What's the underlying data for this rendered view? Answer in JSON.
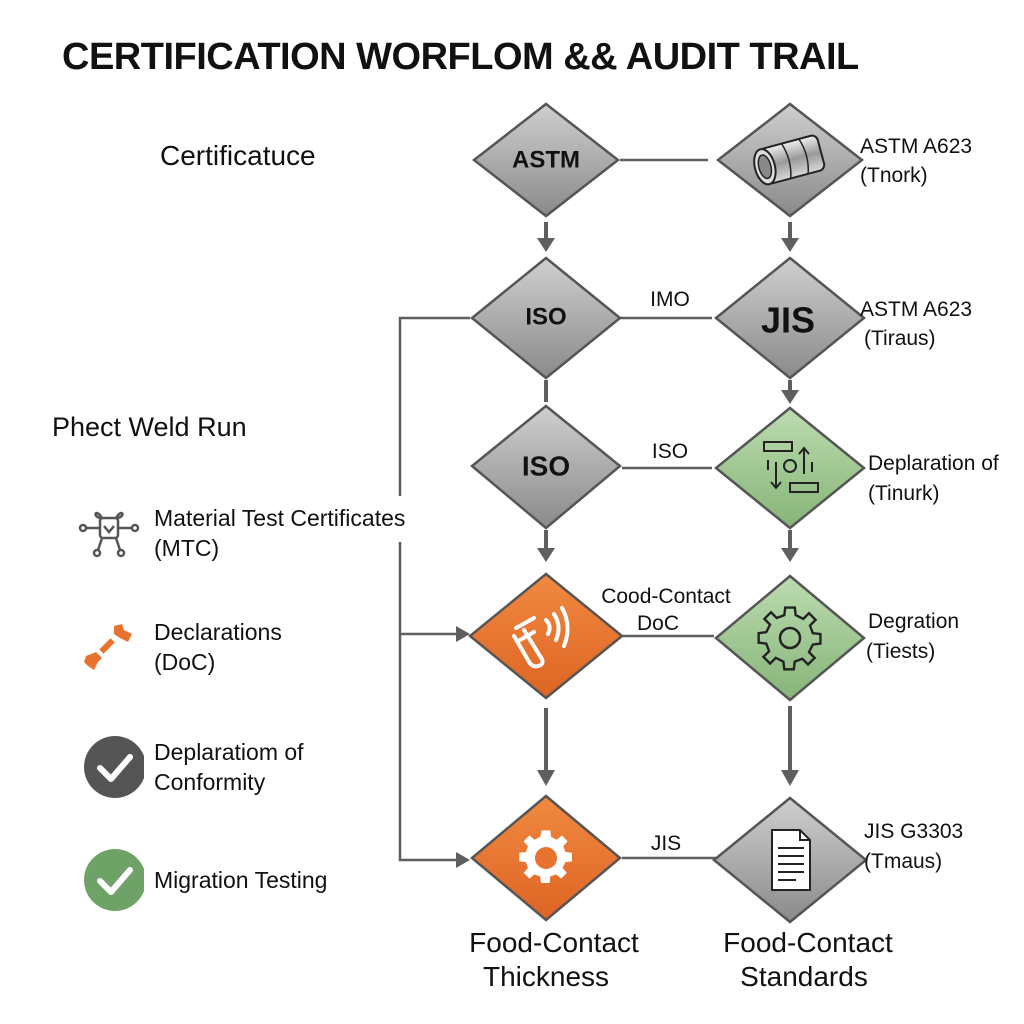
{
  "title": "CERTIFICATION WORFLOM && AUDIT TRAIL",
  "left_panel": {
    "section_top": "Certificatuce",
    "section_mid": "Phect Weld Run",
    "legend": [
      {
        "icon": "weld-robot-icon",
        "line1": "Material Test Certificates",
        "line2": "(MTC)"
      },
      {
        "icon": "orange-tools-icon",
        "line1": "Declarations",
        "line2": "(DoC)"
      },
      {
        "icon": "dark-check-icon",
        "line1": "Deplaratiom of",
        "line2": "Conformity"
      },
      {
        "icon": "green-check-icon",
        "line1": "Migration Testing",
        "line2": ""
      }
    ]
  },
  "colors": {
    "gray_node": "#9a9a9a",
    "green_node": "#9cc48f",
    "orange_node": "#e8732e",
    "connector": "#5f5f5f",
    "dark_check": "#555555",
    "green_check": "#6fa266"
  },
  "nodes": {
    "astm": {
      "label": "ASTM",
      "style": "gray"
    },
    "pipe": {
      "label": "",
      "style": "gray",
      "icon": "pipe-icon",
      "side": [
        "ASTM A623",
        "(Tnork)"
      ]
    },
    "iso1": {
      "label": "ISO",
      "style": "gray"
    },
    "jis": {
      "label": "JIS",
      "style": "gray",
      "side": [
        "ASTM A623",
        "(Tiraus)"
      ]
    },
    "iso2": {
      "label": "ISO",
      "style": "gray"
    },
    "flow": {
      "label": "",
      "style": "green",
      "icon": "process-flow-icon",
      "side": [
        "Deplaration of",
        "(Tinurk)"
      ]
    },
    "probe": {
      "label": "",
      "style": "orange",
      "icon": "test-probe-icon"
    },
    "gear_green": {
      "label": "",
      "style": "green",
      "icon": "gear-icon",
      "side": [
        "Degration",
        "(Tiests)"
      ]
    },
    "gear_orange": {
      "label": "",
      "style": "orange",
      "icon": "gear-icon",
      "bottom": [
        "Food-Contact",
        "Thickness"
      ]
    },
    "doc": {
      "label": "",
      "style": "gray",
      "icon": "document-icon",
      "side": [
        "JIS G3303",
        "(Tmaus)"
      ],
      "bottom": [
        "Food-Contact",
        "Standards"
      ]
    }
  },
  "edge_labels": {
    "row2": "IMO",
    "row3": "ISO",
    "row4_line1": "Cood-Contact",
    "row4_line2": "DoC",
    "row5": "JIS"
  }
}
